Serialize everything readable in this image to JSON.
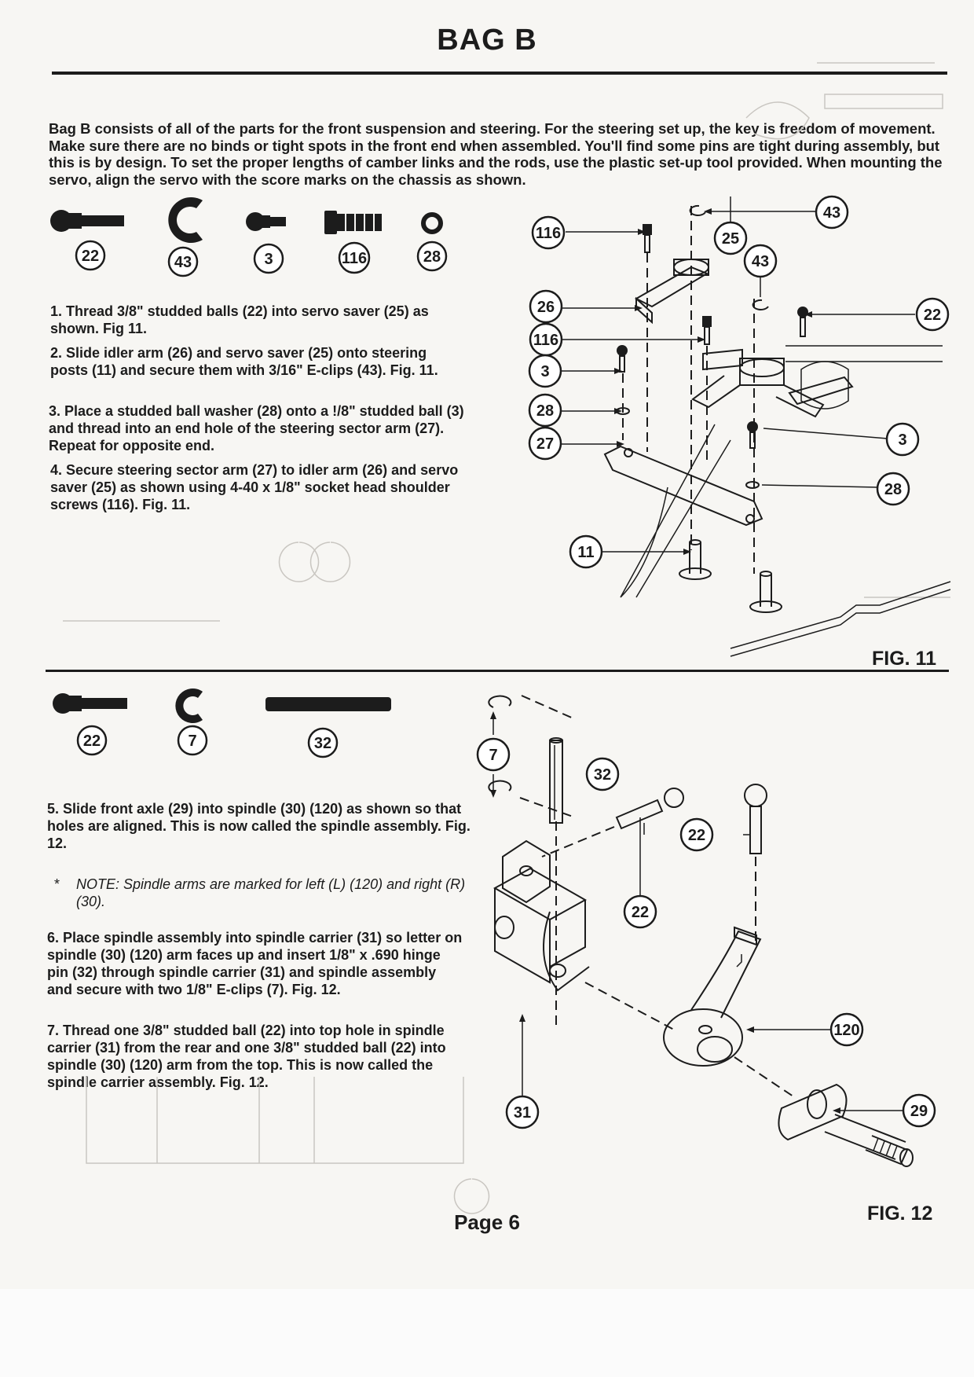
{
  "header": {
    "title": "BAG B"
  },
  "intro": "Bag B consists of all of the parts for the front suspension and steering. For the steering set up, the key is freedom of movement. Make sure there are no binds or tight spots in the front end when assembled. You'll find some pins are tight during assembly, but this is by design. To set the proper lengths of camber links and the rods, use the plastic set-up tool provided. When mounting the servo, align the servo with the score marks on the chassis as shown.",
  "section1": {
    "parts": [
      "22",
      "43",
      "3",
      "116",
      "28"
    ],
    "steps": [
      "1. Thread 3/8\" studded balls (22) into servo saver (25) as shown. Fig 11.",
      "2. Slide idler arm (26) and servo saver (25) onto steering posts (11) and secure them with 3/16\" E-clips (43). Fig. 11.",
      "3. Place a studded ball washer (28) onto a !/8\" studded ball (3) and thread into an end hole of the steering sector arm (27). Repeat for opposite end.",
      "4. Secure steering sector arm (27) to idler arm (26) and servo saver (25) as shown using 4-40 x 1/8\" socket head shoulder screws (116). Fig. 11."
    ],
    "figure": {
      "label": "FIG. 11",
      "callouts": [
        "116",
        "25",
        "43",
        "43",
        "26",
        "116",
        "3",
        "28",
        "27",
        "22",
        "3",
        "28",
        "11"
      ]
    }
  },
  "section2": {
    "parts": [
      "22",
      "7",
      "32"
    ],
    "steps": [
      "5. Slide front axle (29) into spindle (30) (120) as shown so that holes are aligned. This is now called the spindle assembly. Fig. 12.",
      "6. Place spindle assembly into spindle carrier (31) so letter on spindle (30) (120) arm faces up and insert 1/8\" x .690 hinge pin (32) through spindle carrier (31) and spindle assembly and secure with two 1/8\" E-clips (7). Fig. 12.",
      "7. Thread one 3/8\" studded ball (22) into top hole in spindle carrier (31) from the rear and one 3/8\" studded ball (22) into spindle (30) (120) arm from the top. This is now called the spindle carrier assembly. Fig. 12."
    ],
    "note_star": "*",
    "note": "NOTE: Spindle arms are marked for left (L) (120) and right (R) (30).",
    "figure": {
      "label": "FIG. 12",
      "callouts": [
        "7",
        "32",
        "22",
        "22",
        "120",
        "31",
        "29"
      ]
    }
  },
  "footer": {
    "page": "Page 6"
  }
}
